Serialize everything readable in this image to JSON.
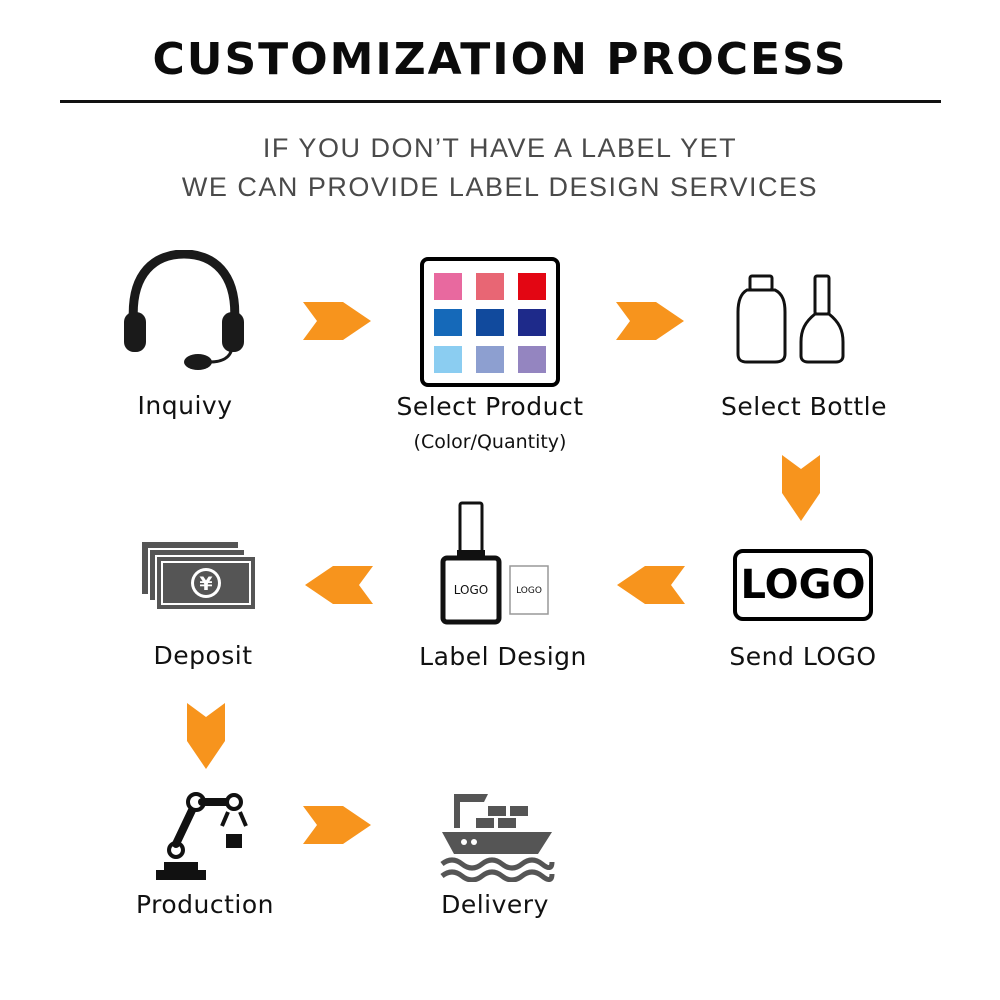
{
  "header": {
    "title": "CUSTOMIZATION PROCESS",
    "subtitle_line1": "IF YOU DON’T HAVE A LABEL YET",
    "subtitle_line2": "WE CAN PROVIDE LABEL DESIGN SERVICES"
  },
  "steps": {
    "inquiry": {
      "label": "Inquivy",
      "icon": "headset-icon"
    },
    "select_product": {
      "label": "Select Product",
      "note": "(Color/Quantity)",
      "icon": "color-swatch-icon"
    },
    "select_bottle": {
      "label": "Select Bottle",
      "icon": "bottles-icon"
    },
    "send_logo": {
      "label": "Send LOGO",
      "logo_text": "LOGO",
      "icon": "logo-badge-icon"
    },
    "label_design": {
      "label": "Label Design",
      "bottle_logo": "LOGO",
      "card_logo": "LOGO",
      "icon": "labeled-bottle-icon"
    },
    "deposit": {
      "label": "Deposit",
      "currency_symbol": "¥",
      "icon": "banknotes-icon"
    },
    "production": {
      "label": "Production",
      "icon": "robot-arm-icon"
    },
    "delivery": {
      "label": "Delivery",
      "icon": "cargo-ship-icon"
    }
  },
  "swatch_colors": [
    "#e8699f",
    "#e86674",
    "#e30613",
    "#1569b9",
    "#114a9d",
    "#1e2a8a",
    "#8bcdf1",
    "#8d9fd0",
    "#9485c0"
  ],
  "colors": {
    "arrow": "#f7941d",
    "text": "#111111",
    "subtitle": "#4a4a4a"
  }
}
